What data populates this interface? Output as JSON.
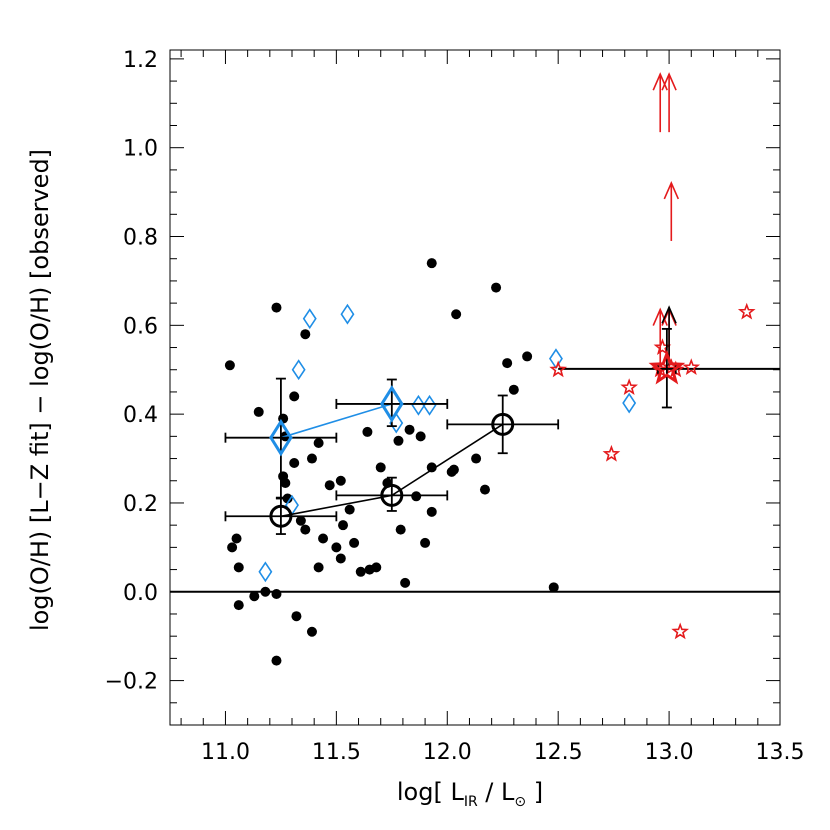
{
  "chart_data": {
    "type": "scatter",
    "title": "",
    "xlabel": {
      "prefix": "log[ L",
      "subscript": "IR",
      "middle": " / L",
      "sun_symbol": "⊙",
      "suffix": " ]"
    },
    "ylabel": "log(O/H)  [L−Z fit] − log(O/H)  [observed]",
    "xlim": [
      10.75,
      13.5
    ],
    "ylim": [
      -0.3,
      1.22
    ],
    "xticks": [
      11.0,
      11.5,
      12.0,
      12.5,
      13.0,
      13.5
    ],
    "xtick_labels": [
      "11.0",
      "11.5",
      "12.0",
      "12.5",
      "13.0",
      "13.5"
    ],
    "yticks": [
      -0.2,
      0.0,
      0.2,
      0.4,
      0.6,
      0.8,
      1.0,
      1.2
    ],
    "ytick_labels": [
      "−0.2",
      "0.0",
      "0.2",
      "0.4",
      "0.6",
      "0.8",
      "1.0",
      "1.2"
    ],
    "grid": false,
    "colors": {
      "black": "#000000",
      "blue": "#1f8ee6",
      "red": "#e41a1c"
    },
    "reference_lines": [
      {
        "y": 0.0,
        "x_from": 10.75,
        "x_to": 13.5,
        "color": "#000000"
      },
      {
        "y": 0.502,
        "x_from": 12.5,
        "x_to": 13.5,
        "color": "#000000"
      }
    ],
    "series": [
      {
        "marker": "filled-circle",
        "color": "#000000",
        "points": [
          [
            11.02,
            0.51
          ],
          [
            11.05,
            0.12
          ],
          [
            11.06,
            0.055
          ],
          [
            11.03,
            0.1
          ],
          [
            11.06,
            -0.03
          ],
          [
            11.13,
            -0.01
          ],
          [
            11.15,
            0.405
          ],
          [
            11.18,
            0.0
          ],
          [
            11.23,
            0.64
          ],
          [
            11.23,
            -0.005
          ],
          [
            11.23,
            -0.155
          ],
          [
            11.26,
            0.39
          ],
          [
            11.27,
            0.35
          ],
          [
            11.26,
            0.26
          ],
          [
            11.27,
            0.245
          ],
          [
            11.28,
            0.21
          ],
          [
            11.31,
            0.44
          ],
          [
            11.31,
            0.29
          ],
          [
            11.32,
            -0.055
          ],
          [
            11.34,
            0.16
          ],
          [
            11.36,
            0.58
          ],
          [
            11.36,
            0.14
          ],
          [
            11.39,
            0.3
          ],
          [
            11.39,
            -0.09
          ],
          [
            11.42,
            0.335
          ],
          [
            11.42,
            0.055
          ],
          [
            11.44,
            0.12
          ],
          [
            11.47,
            0.24
          ],
          [
            11.5,
            0.1
          ],
          [
            11.52,
            0.25
          ],
          [
            11.52,
            0.075
          ],
          [
            11.53,
            0.15
          ],
          [
            11.56,
            0.185
          ],
          [
            11.58,
            0.11
          ],
          [
            11.61,
            0.045
          ],
          [
            11.64,
            0.36
          ],
          [
            11.65,
            0.05
          ],
          [
            11.68,
            0.055
          ],
          [
            11.7,
            0.28
          ],
          [
            11.73,
            0.245
          ],
          [
            11.78,
            0.34
          ],
          [
            11.79,
            0.14
          ],
          [
            11.81,
            0.02
          ],
          [
            11.83,
            0.365
          ],
          [
            11.86,
            0.215
          ],
          [
            11.88,
            0.35
          ],
          [
            11.9,
            0.11
          ],
          [
            11.93,
            0.74
          ],
          [
            11.93,
            0.18
          ],
          [
            11.93,
            0.28
          ],
          [
            12.02,
            0.27
          ],
          [
            12.04,
            0.625
          ],
          [
            12.03,
            0.275
          ],
          [
            12.13,
            0.3
          ],
          [
            12.17,
            0.23
          ],
          [
            12.22,
            0.685
          ],
          [
            12.27,
            0.515
          ],
          [
            12.3,
            0.455
          ],
          [
            12.36,
            0.53
          ],
          [
            12.48,
            0.01
          ]
        ]
      },
      {
        "marker": "open-diamond",
        "color": "#1f8ee6",
        "points": [
          [
            11.18,
            0.045
          ],
          [
            11.3,
            0.195
          ],
          [
            11.33,
            0.5
          ],
          [
            11.38,
            0.615
          ],
          [
            11.55,
            0.625
          ],
          [
            11.77,
            0.38
          ],
          [
            11.87,
            0.42
          ],
          [
            11.92,
            0.42
          ],
          [
            12.49,
            0.525
          ],
          [
            12.82,
            0.425
          ]
        ]
      },
      {
        "marker": "open-star",
        "color": "#e41a1c",
        "points": [
          [
            12.5,
            0.5
          ],
          [
            12.74,
            0.31
          ],
          [
            12.82,
            0.46
          ],
          [
            12.96,
            0.5
          ],
          [
            12.97,
            0.55
          ],
          [
            13.01,
            0.505
          ],
          [
            13.03,
            0.5
          ],
          [
            13.1,
            0.505
          ],
          [
            13.05,
            -0.09
          ],
          [
            13.35,
            0.63
          ]
        ]
      }
    ],
    "lower_limits": [
      {
        "x": 12.96,
        "y": 1.035,
        "color": "#e41a1c"
      },
      {
        "x": 13.0,
        "y": 1.035,
        "color": "#e41a1c"
      },
      {
        "x": 13.01,
        "y": 0.79,
        "color": "#e41a1c"
      },
      {
        "x": 12.96,
        "y": 0.505,
        "color": "#e41a1c"
      },
      {
        "x": 13.0,
        "y": 0.505,
        "color": "#e41a1c"
      },
      {
        "x": 13.0,
        "y": 0.51,
        "color": "#000000"
      }
    ],
    "binned_means": [
      {
        "color": "#000000",
        "marker": "open-circle",
        "points": [
          {
            "x": 11.25,
            "y": 0.17,
            "xerr": 0.25,
            "yerr_low": 0.04,
            "yerr_high": 0.04
          },
          {
            "x": 11.75,
            "y": 0.217,
            "xerr": 0.25,
            "yerr_low": 0.035,
            "yerr_high": 0.04
          },
          {
            "x": 12.25,
            "y": 0.377,
            "xerr": 0.25,
            "yerr_low": 0.065,
            "yerr_high": 0.065
          }
        ]
      },
      {
        "color": "#1f8ee6",
        "marker": "open-diamond",
        "errorbar_color": "#000000",
        "points": [
          {
            "x": 11.25,
            "y": 0.347,
            "xerr": 0.25,
            "yerr_low": 0.135,
            "yerr_high": 0.133
          },
          {
            "x": 11.75,
            "y": 0.423,
            "xerr": 0.25,
            "yerr_low": 0.05,
            "yerr_high": 0.055
          }
        ]
      }
    ],
    "large_star": {
      "x": 12.99,
      "y": 0.502,
      "xerr_low": 0.04,
      "xerr_high": 0.04,
      "yerr_low": 0.087,
      "yerr_high": 0.09,
      "color": "#e41a1c",
      "errorbar_color": "#000000"
    }
  }
}
